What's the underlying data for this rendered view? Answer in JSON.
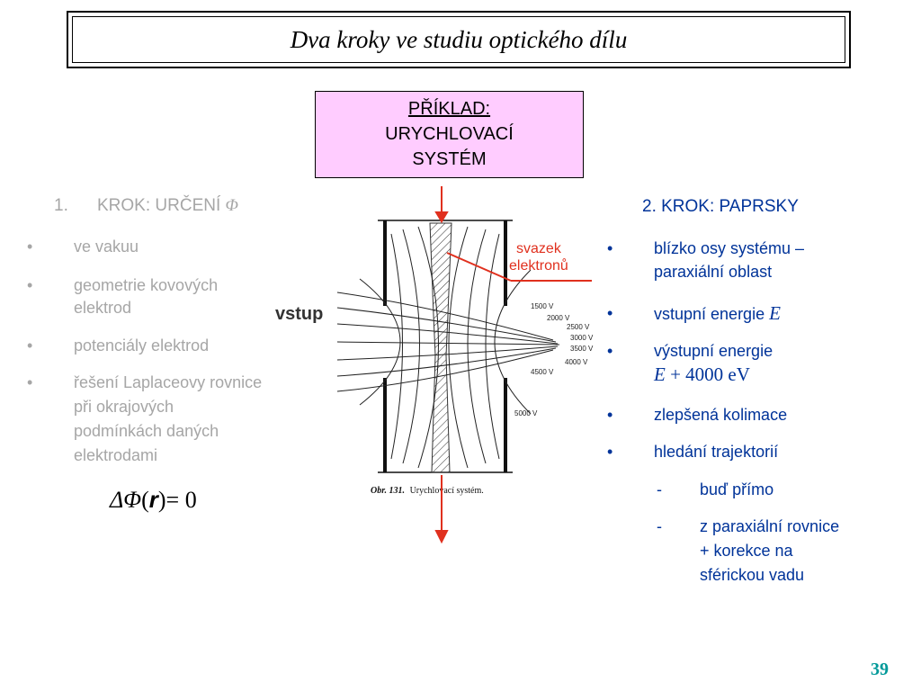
{
  "title": "Dva kroky ve studiu optického dílu",
  "example": {
    "line1": "PŘÍKLAD:",
    "line2": "URYCHLOVACÍ",
    "line3": "SYSTÉM"
  },
  "step1": {
    "number": "1.",
    "label": "KROK: URČENÍ",
    "symbol": "Φ",
    "bullets": [
      "ve vakuu",
      "geometrie kovových",
      "elektrod",
      "potenciály elektrod",
      "řešení Laplaceovy rovnice",
      "při okrajových",
      "podmínkách daných",
      "elektrodami"
    ],
    "bullet_char": "•"
  },
  "formula": {
    "delta_phi": "ΔΦ",
    "open": "(",
    "r": "r",
    "close": ")",
    "eq": "= 0"
  },
  "entry_label": "vstup",
  "beam_label": {
    "line1": "svazek",
    "line2": "elektronů"
  },
  "figure": {
    "voltages": [
      "1500 V",
      "2000 V",
      "2500 V",
      "3000 V",
      "3500 V",
      "4000 V",
      "4500 V",
      "5000 V"
    ],
    "caption_prefix": "Obr. 131.",
    "caption_text": "Urychlovací systém."
  },
  "step2": {
    "label": "2.  KROK: PAPRSKY",
    "bullets": {
      "b1a": "blízko osy systému –",
      "b1b": "paraxiální oblast",
      "b2": "vstupní energie",
      "b2_var": "E",
      "b3": "výstupní energie",
      "b3_var": "E",
      "b3_rest": "+ 4000 eV",
      "b4": "zlepšená kolimace",
      "b5": "hledání trajektorií",
      "s1": "buď přímo",
      "s2a": "z paraxiální rovnice",
      "s2b": "+ korekce na",
      "s2c": "sférickou vadu"
    },
    "dash_char": "-"
  },
  "page_number": "39",
  "colors": {
    "accent_blue": "#003399",
    "muted_gray": "#a6a6a6",
    "arrow_red": "#e0301e",
    "box_pink": "#ffccff",
    "page_teal": "#009999"
  }
}
